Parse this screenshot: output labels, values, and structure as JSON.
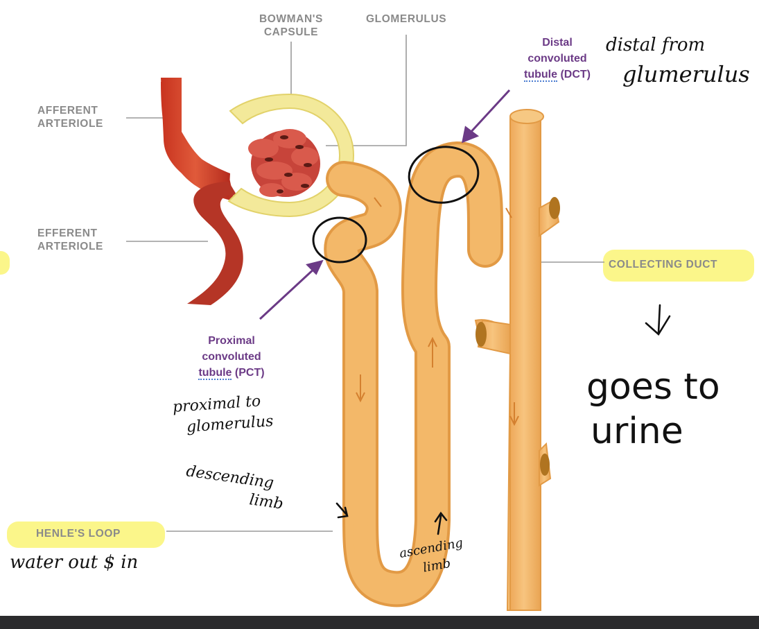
{
  "labels": {
    "bowmans_capsule_1": "BOWMAN'S",
    "bowmans_capsule_2": "CAPSULE",
    "glomerulus": "GLOMERULUS",
    "afferent_1": "AFFERENT",
    "afferent_2": "ARTERIOLE",
    "efferent_1": "EFFERENT",
    "efferent_2": "ARTERIOLE",
    "collecting_duct": "COLLECTING DUCT",
    "henles_loop": "HENLE'S LOOP"
  },
  "purple_labels": {
    "dct_1": "Distal",
    "dct_2": "convoluted",
    "dct_3a": "tubule",
    "dct_3b": " (DCT)",
    "pct_1": "Proximal",
    "pct_2": "convoluted",
    "pct_3a": "tubule",
    "pct_3b": " (PCT)"
  },
  "handwritten": {
    "distal_note_1": "distal from",
    "distal_note_2": "glumerulus",
    "proximal_note_1": "proximal to",
    "proximal_note_2": "glomerulus",
    "descending_1": "descending",
    "descending_2": "limb",
    "ascending_1": "ascending",
    "ascending_2": "limb",
    "water_note": "water out $ in",
    "urine_note_1": "goes to",
    "urine_note_2": "urine"
  },
  "colors": {
    "tubule_fill": "#f3b869",
    "tubule_stroke": "#e29a45",
    "artery_red": "#d9432b",
    "artery_dark": "#a82b1f",
    "capsule_yellow": "#f3e99a",
    "annotation_purple": "#6b3a86",
    "highlight_yellow": "#fbf68a",
    "leader_gray": "#9a9a9a"
  }
}
